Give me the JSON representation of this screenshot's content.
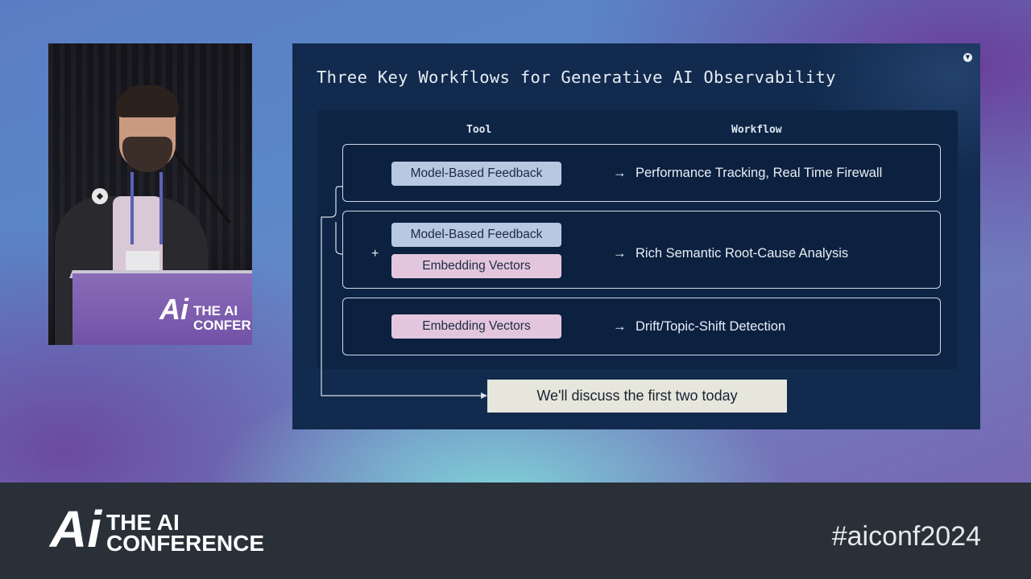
{
  "speaker_cam": {
    "podium_logo": {
      "mark": "Ai",
      "line1": "THE AI",
      "line2": "CONFER"
    }
  },
  "slide": {
    "title": "Three Key Workflows for Generative AI Observability",
    "brand_icon": "arize-logo-icon",
    "columns": {
      "tool": "Tool",
      "workflow": "Workflow"
    },
    "rows": [
      {
        "tools": [
          "Model-Based Feedback"
        ],
        "workflow": "Performance Tracking, Real Time Firewall"
      },
      {
        "combiner": "+",
        "tools": [
          "Model-Based Feedback",
          "Embedding Vectors"
        ],
        "workflow": "Rich Semantic Root-Cause Analysis"
      },
      {
        "tools": [
          "Embedding Vectors"
        ],
        "workflow": "Drift/Topic-Shift Detection"
      }
    ],
    "arrow_glyph": "→",
    "callout": "We'll discuss the first two today",
    "colors": {
      "background": "#112a4d",
      "model_based_feedback": "#b8c8e0",
      "embedding_vectors": "#e3c6dd",
      "callout": "#e6e6dc"
    }
  },
  "footer": {
    "logo_mark": "Ai",
    "logo_line1": "THE AI",
    "logo_line2": "CONFERENCE",
    "hashtag": "#aiconf2024"
  }
}
